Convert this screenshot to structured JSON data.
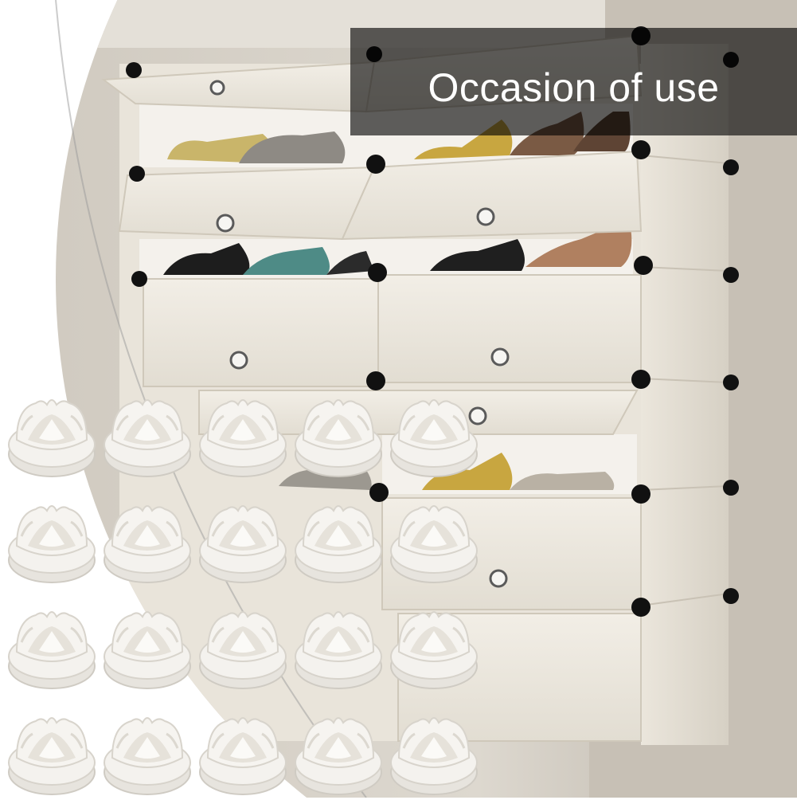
{
  "banner": {
    "text": "Occasion of use"
  },
  "colors": {
    "background": "#ffffff",
    "wall": "#c8c2b8",
    "wall_light": "#d9d4cb",
    "cabinet_panel": "#ece8de",
    "cabinet_shadow": "#d8d2c4",
    "connector_black": "#111111",
    "banner_overlay": "#000000",
    "connector_white": "#f3f1ec",
    "connector_shade": "#d9d6cf"
  },
  "image": {
    "subject_icons": [
      "shoe-cabinet-photo",
      "cube-connector-icon"
    ],
    "connector_rows": 4,
    "connector_cols": 5
  }
}
